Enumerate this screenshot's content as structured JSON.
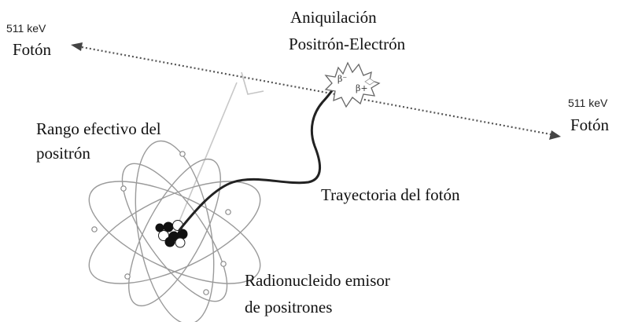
{
  "labels": {
    "annihilation_line1": "Aniquilación",
    "annihilation_line2": "Positrón-Electrón",
    "left_energy": "511 keV",
    "left_photon": "Fotón",
    "right_energy": "511 keV",
    "right_photon": "Fotón",
    "range_line1": "Rango efectivo del",
    "range_line2": "positrón",
    "trajectory": "Trayectoria del fotón",
    "emitter_line1": "Radionucleido emisor",
    "emitter_line2": "de positrones",
    "beta_minus": "β⁻",
    "beta_plus": "β+"
  },
  "colors": {
    "text": "#111111",
    "photon_line": "#555555",
    "trajectory": "#222222",
    "orbit": "#9a9a9a",
    "range_marker": "#c4c4c4"
  },
  "icons": {
    "nucleus": "nucleus-icon",
    "annihilation_burst": "burst-icon",
    "arrow": "arrowhead-icon"
  }
}
